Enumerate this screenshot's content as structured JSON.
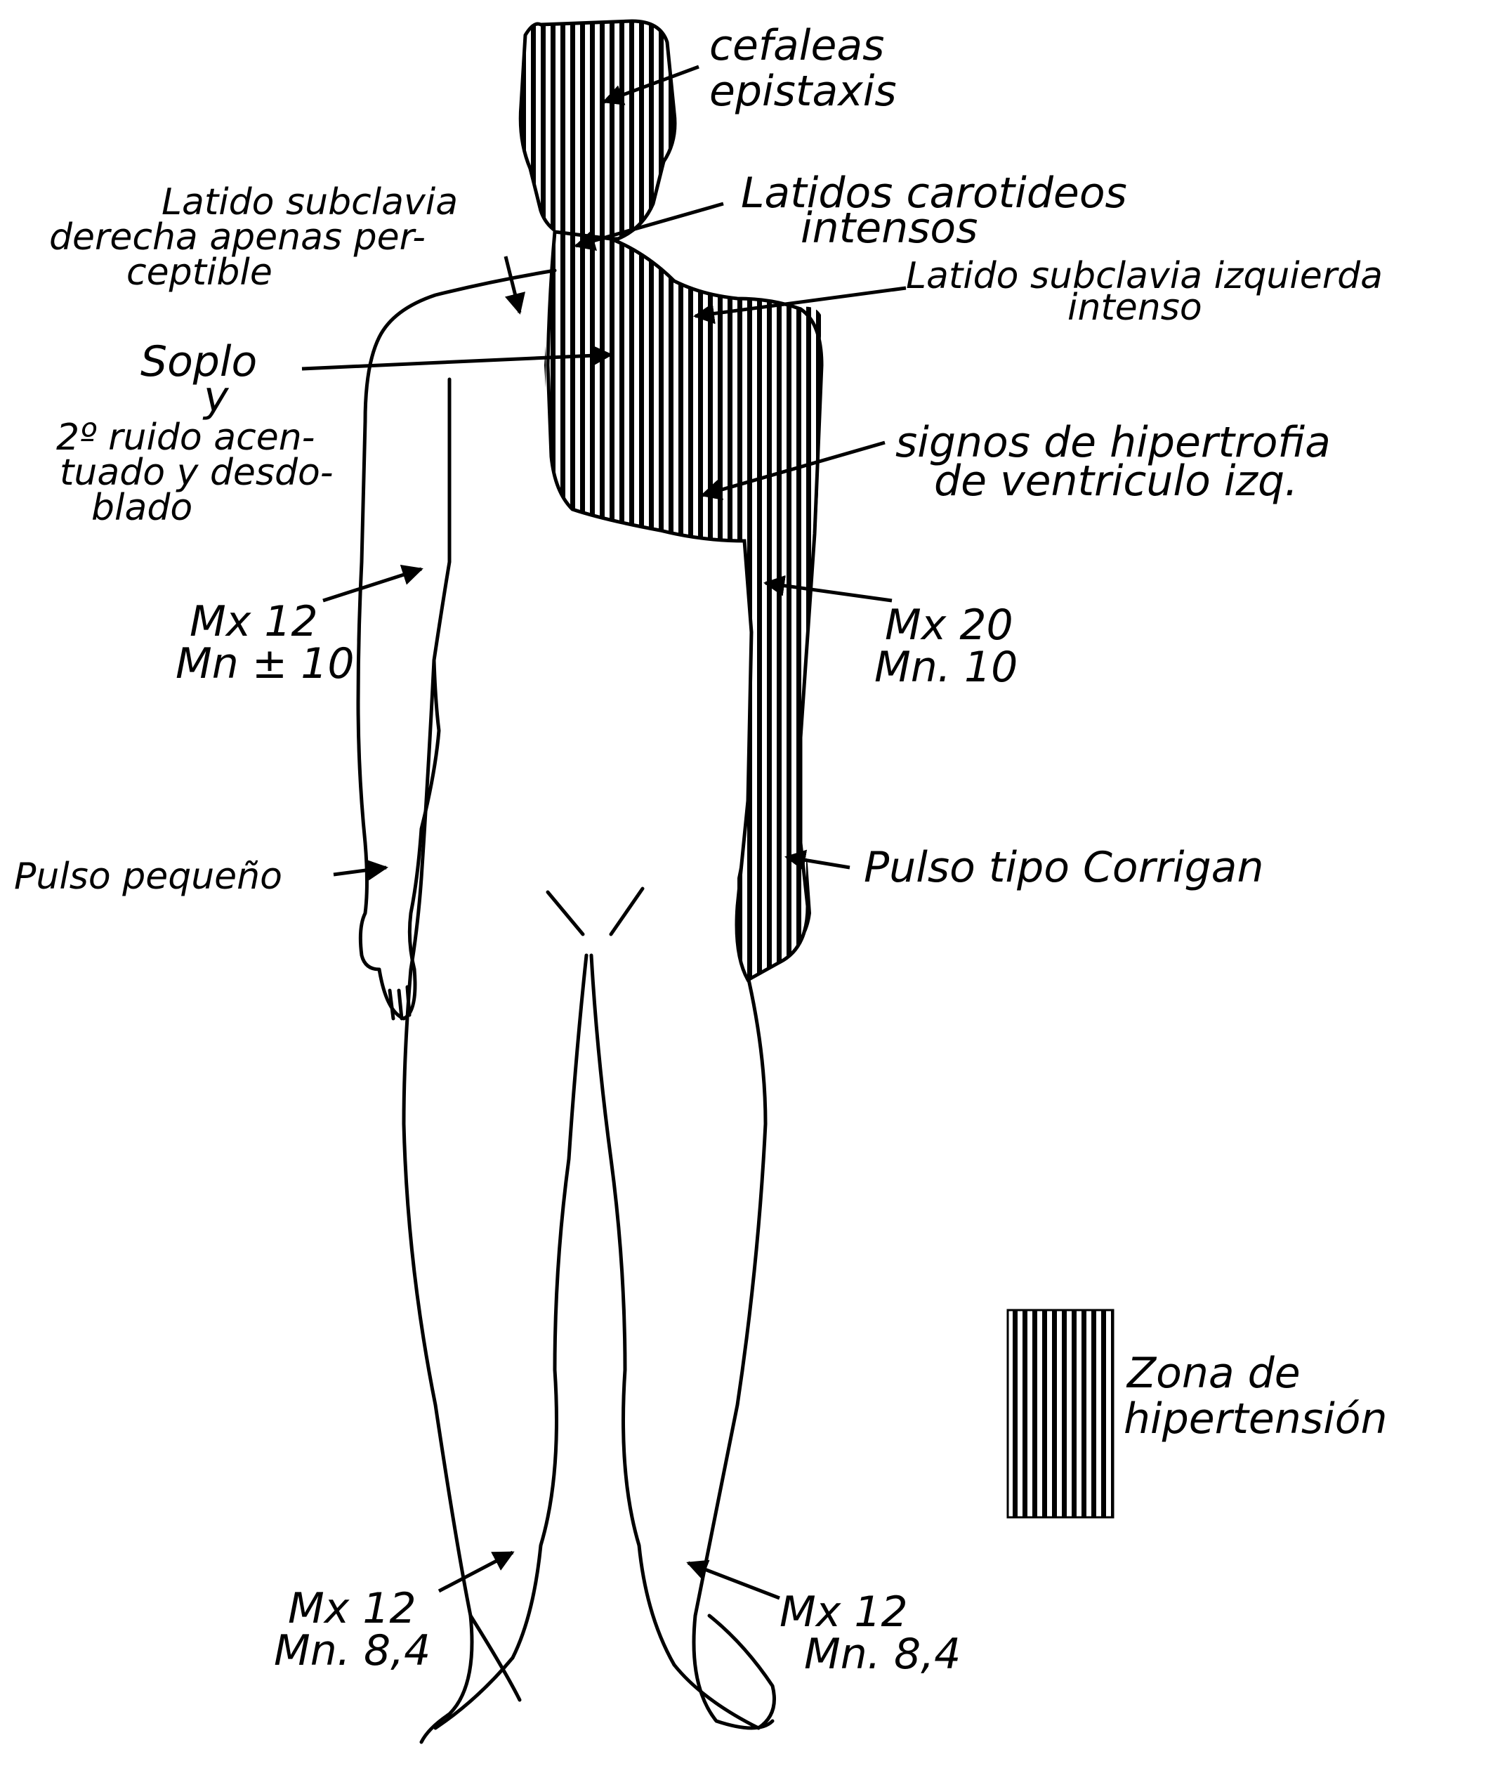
{
  "labels": {
    "cefaleas": "cefaleas",
    "epistaxis": "epistaxis",
    "latidos_carotideos_1": "Latidos carotideos",
    "latidos_carotideos_2": "intensos",
    "subclavia_der_1": "Latido subclavia",
    "subclavia_der_2": "derecha apenas per-",
    "subclavia_der_3": "ceptible",
    "subclavia_izq_1": "Latido subclavia izquierda",
    "subclavia_izq_2": "intenso",
    "soplo_1": "Soplo",
    "soplo_2": "y",
    "soplo_3": "2º ruido acen-",
    "soplo_4": "tuado y desdo-",
    "soplo_5": "blado",
    "hipertrofia_1": "signos de hipertrofia",
    "hipertrofia_2": "de ventriculo izq.",
    "right_arm_mx": "Mx 12",
    "right_arm_mn": "Mn ± 10",
    "left_arm_mx": "Mx 20",
    "left_arm_mn": "Mn. 10",
    "pulso_pequeno": "Pulso pequeño",
    "pulso_corrigan": "Pulso tipo Corrigan",
    "leg_right_mx": "Mx 12",
    "leg_right_mn": "Mn. 8,4",
    "leg_left_mx": "Mx 12",
    "leg_left_mn": "Mn. 8,4",
    "legend_1": "Zona de",
    "legend_2": "hipertensión"
  },
  "colors": {
    "ink": "#000000",
    "paper": "#ffffff"
  }
}
